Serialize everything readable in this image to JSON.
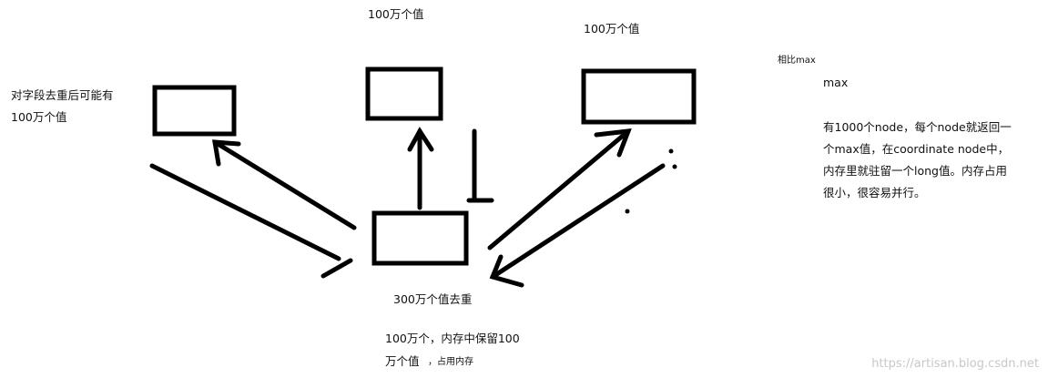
{
  "labels": {
    "left_note_line1": "对字段去重后可能有",
    "left_note_line2": "100万个值",
    "top_mid": "100万个值",
    "top_right": "100万个值",
    "bottom_dedup": "300万个值去重",
    "bottom_mem_line1": "100万个，内存中保留100",
    "bottom_mem_line2": "万个值",
    "bottom_mem_small": "，占用内存",
    "compare": "相比max",
    "max_title": "max",
    "max_desc": [
      "有1000个node，每个node就返回一",
      "个max值，在coordinate node中，",
      "内存里就驻留一个long值。内存占用",
      "很小，很容易并行。"
    ]
  },
  "watermark": "https://artisan.blog.csdn.net"
}
